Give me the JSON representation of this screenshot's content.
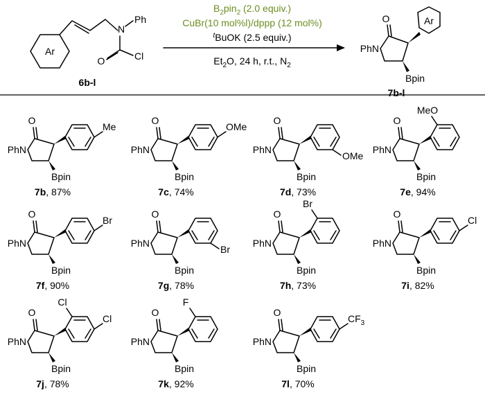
{
  "colors": {
    "reagent": "#6b8e1f",
    "bpin": "#4a7a12",
    "substituent": "#d01fd0",
    "bond": "#000000"
  },
  "reaction": {
    "substrate_label": "6b-l",
    "product_label": "7b-l",
    "substrate_atoms": {
      "ar": "Ar",
      "n": "N",
      "ph": "Ph",
      "o": "O",
      "cl": "Cl"
    },
    "product_atoms": {
      "ar": "Ar",
      "o": "O",
      "phn": "PhN",
      "bpin": "Bpin"
    },
    "conditions": {
      "line1_pre": "B",
      "line1_sub": "2",
      "line1_post": "pin",
      "line1_sub2": "2",
      "line1_rest": " (2.0 equiv.)",
      "line2": "CuBr(10 mol%l)/dppp (12 mol%)",
      "line3_sup": "t",
      "line3_rest": "BuOK (2.5 equiv.)",
      "line4_pre": "Et",
      "line4_sub": "2",
      "line4_post": "O, 24 h, r.t., N",
      "line4_sub2": "2"
    }
  },
  "products": [
    {
      "id": "7b",
      "yield": ", 87%",
      "sub": "Me"
    },
    {
      "id": "7c",
      "yield": ", 74%",
      "sub": "OMe"
    },
    {
      "id": "7d",
      "yield": ", 73%",
      "sub": "OMe"
    },
    {
      "id": "7e",
      "yield": ", 94%",
      "sub": "MeO"
    },
    {
      "id": "7f",
      "yield": ", 90%",
      "sub": "Br"
    },
    {
      "id": "7g",
      "yield": ", 78%",
      "sub": "Br"
    },
    {
      "id": "7h",
      "yield": ", 73%",
      "sub": "Br"
    },
    {
      "id": "7i",
      "yield": ", 82%",
      "sub": "Cl"
    },
    {
      "id": "7j",
      "yield": ", 78%",
      "sub": "Cl",
      "sub2": "Cl"
    },
    {
      "id": "7k",
      "yield": ", 92%",
      "sub": "F"
    },
    {
      "id": "7l",
      "yield": ", 70%",
      "sub": "CF",
      "sub_index": "3"
    }
  ],
  "common_atoms": {
    "o": "O",
    "phn": "PhN",
    "bpin": "Bpin"
  }
}
